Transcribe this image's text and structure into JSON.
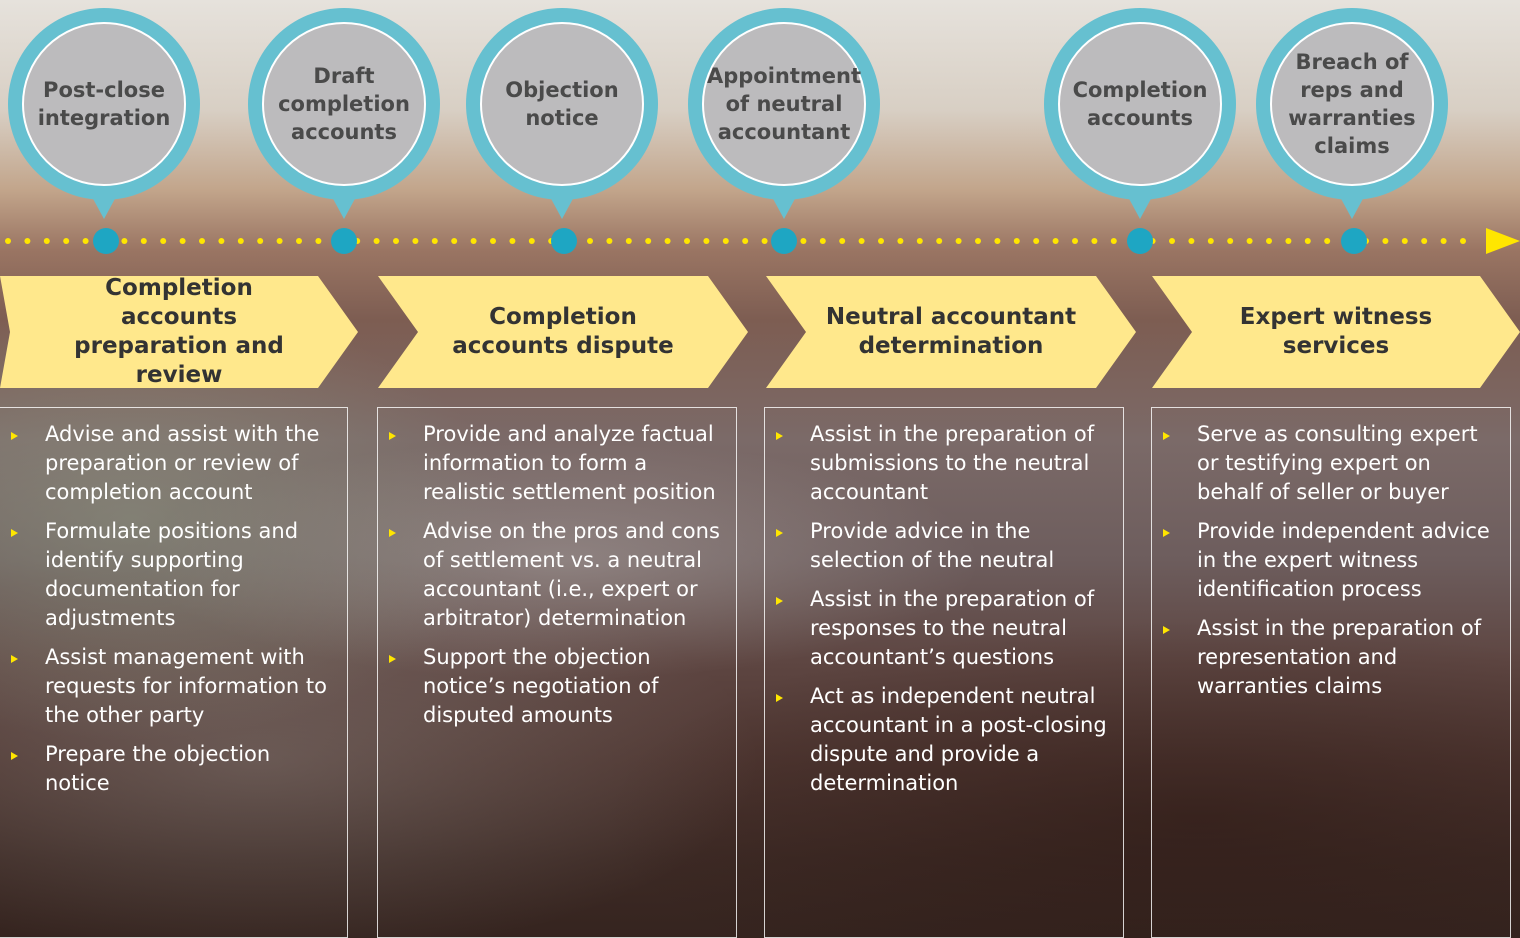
{
  "milestones": [
    {
      "label": "Post-close integration"
    },
    {
      "label": "Draft completion accounts"
    },
    {
      "label": "Objection notice"
    },
    {
      "label": "Appointment of neutral accountant"
    },
    {
      "label": "Completion accounts"
    },
    {
      "label": "Breach of reps and warranties claims"
    }
  ],
  "phases": [
    {
      "title": "Completion accounts preparation and review"
    },
    {
      "title": "Completion accounts dispute"
    },
    {
      "title": "Neutral accountant determination"
    },
    {
      "title": "Expert witness services"
    }
  ],
  "columns": [
    {
      "bullets": [
        "Advise and assist with the preparation or review of completion account",
        "Formulate positions and identify supporting documentation for adjustments",
        "Assist management with requests for information to the other party",
        "Prepare the objection notice"
      ]
    },
    {
      "bullets": [
        "Provide and analyze factual information to form a realistic settlement position",
        "Advise on the pros and cons of settlement vs. a neutral accountant (i.e., expert or arbitrator) determination",
        "Support the objection notice’s negotiation of disputed amounts"
      ]
    },
    {
      "bullets": [
        "Assist in the preparation of submissions to the neutral accountant",
        "Provide advice in the selection of the neutral",
        "Assist in the preparation of responses to the neutral accountant’s questions",
        "Act as independent neutral accountant in a post-closing dispute and provide a determination"
      ]
    },
    {
      "bullets": [
        "Serve as consulting expert or testifying expert on behalf of seller or buyer",
        "Provide independent advice in the expert witness identification process",
        "Assist in the preparation of representation and warranties claims"
      ]
    }
  ],
  "colors": {
    "accent_yellow": "#ffe600",
    "pin_teal": "#66c0d0",
    "dot_teal": "#1ea6c3",
    "chevron_fill": "#ffe88c",
    "pin_gray": "#bcbbbd"
  }
}
